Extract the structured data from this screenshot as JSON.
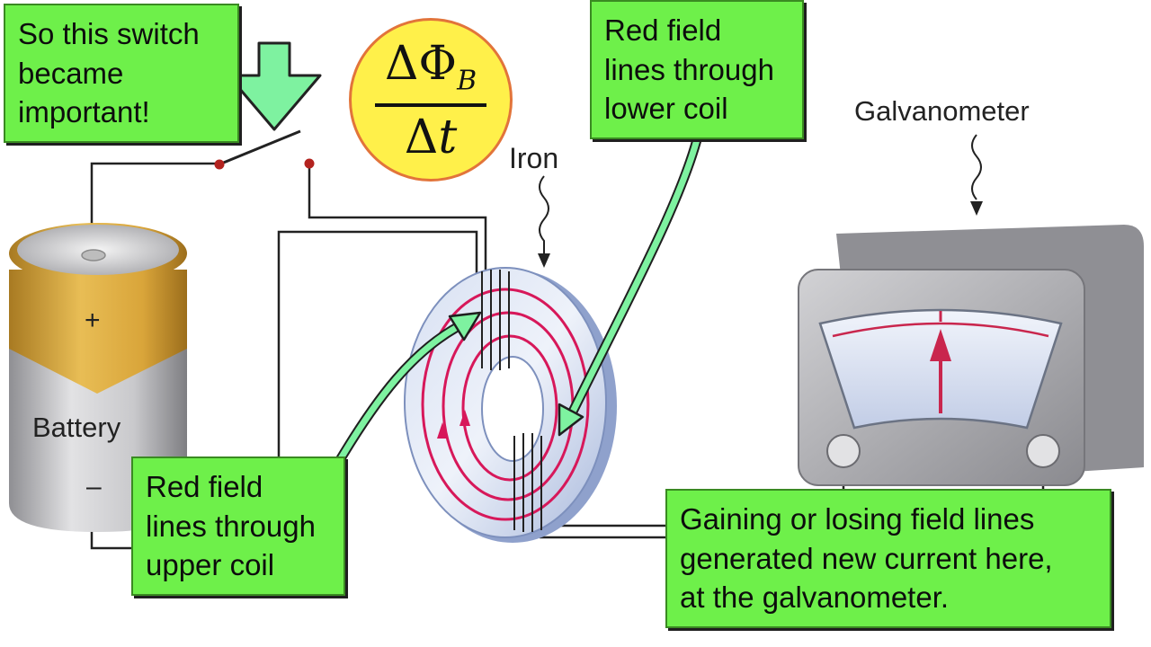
{
  "callouts": {
    "switch_note": [
      "So this switch",
      "became",
      "important!"
    ],
    "lower_coil": [
      "Red field",
      "lines through",
      "lower coil"
    ],
    "upper_coil": [
      "Red field",
      "lines through",
      "upper coil"
    ],
    "galvanometer_note": [
      "Gaining or losing field lines",
      "generated new current here,",
      "at the galvanometer."
    ]
  },
  "formula": {
    "delta_num": "ΔΦ",
    "subscript": "B",
    "delta_den": "Δ",
    "time_var": "t"
  },
  "labels": {
    "iron": "Iron",
    "galvanometer": "Galvanometer",
    "battery": "Battery",
    "plus": "+",
    "minus": "–"
  },
  "colors": {
    "callout_green": "#6ef04a",
    "arrow_green": "#7ef2a0",
    "field_line_red": "#d7185a",
    "formula_yellow": "#fff04a",
    "battery_gold": "#d9a53a",
    "ring_blue": "#b9c8e8"
  }
}
